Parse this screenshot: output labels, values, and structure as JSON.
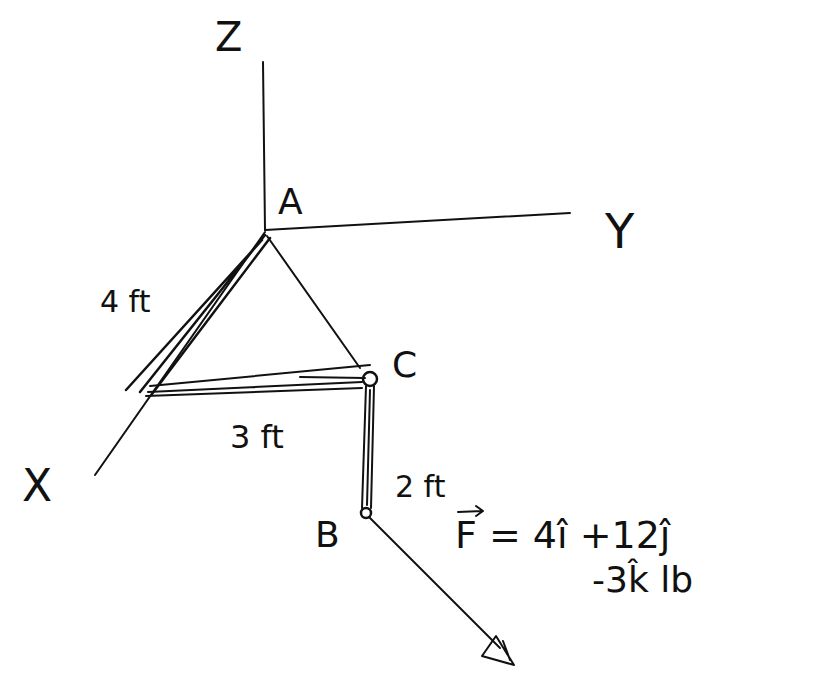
{
  "diagram": {
    "labels": [
      "Z",
      "A",
      "Y",
      "X",
      "4 ft",
      "C",
      "3 ft",
      "2 ft",
      "B",
      "F = 4î +12ĵ",
      "-3k̂ lb"
    ]
  }
}
